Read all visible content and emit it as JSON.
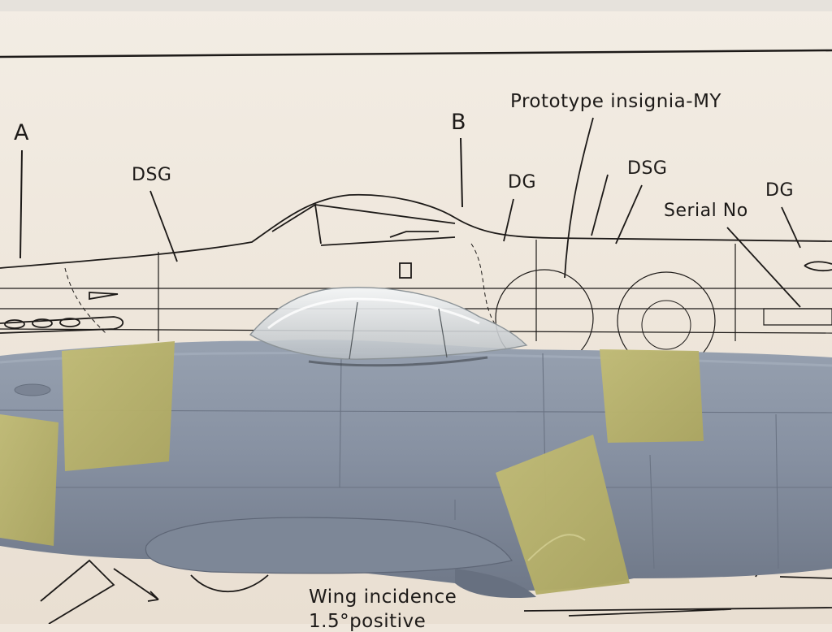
{
  "drawing_labels": {
    "a": "A",
    "b": "B",
    "prototype_insignia": "Prototype insignia-MY",
    "dsg_left": "DSG",
    "dsg_right": "DSG",
    "dg_center": "DG",
    "dg_right": "DG",
    "serial_no": "Serial No",
    "wing_incidence": "Wing incidence",
    "positive_partial": "1.5°positive"
  },
  "colors": {
    "paper": "#efe7dc",
    "ink": "#1d1a18",
    "model_grey": "#8792a3",
    "masking_tape": "#b9b36a",
    "canopy": "#dfe4e6"
  }
}
